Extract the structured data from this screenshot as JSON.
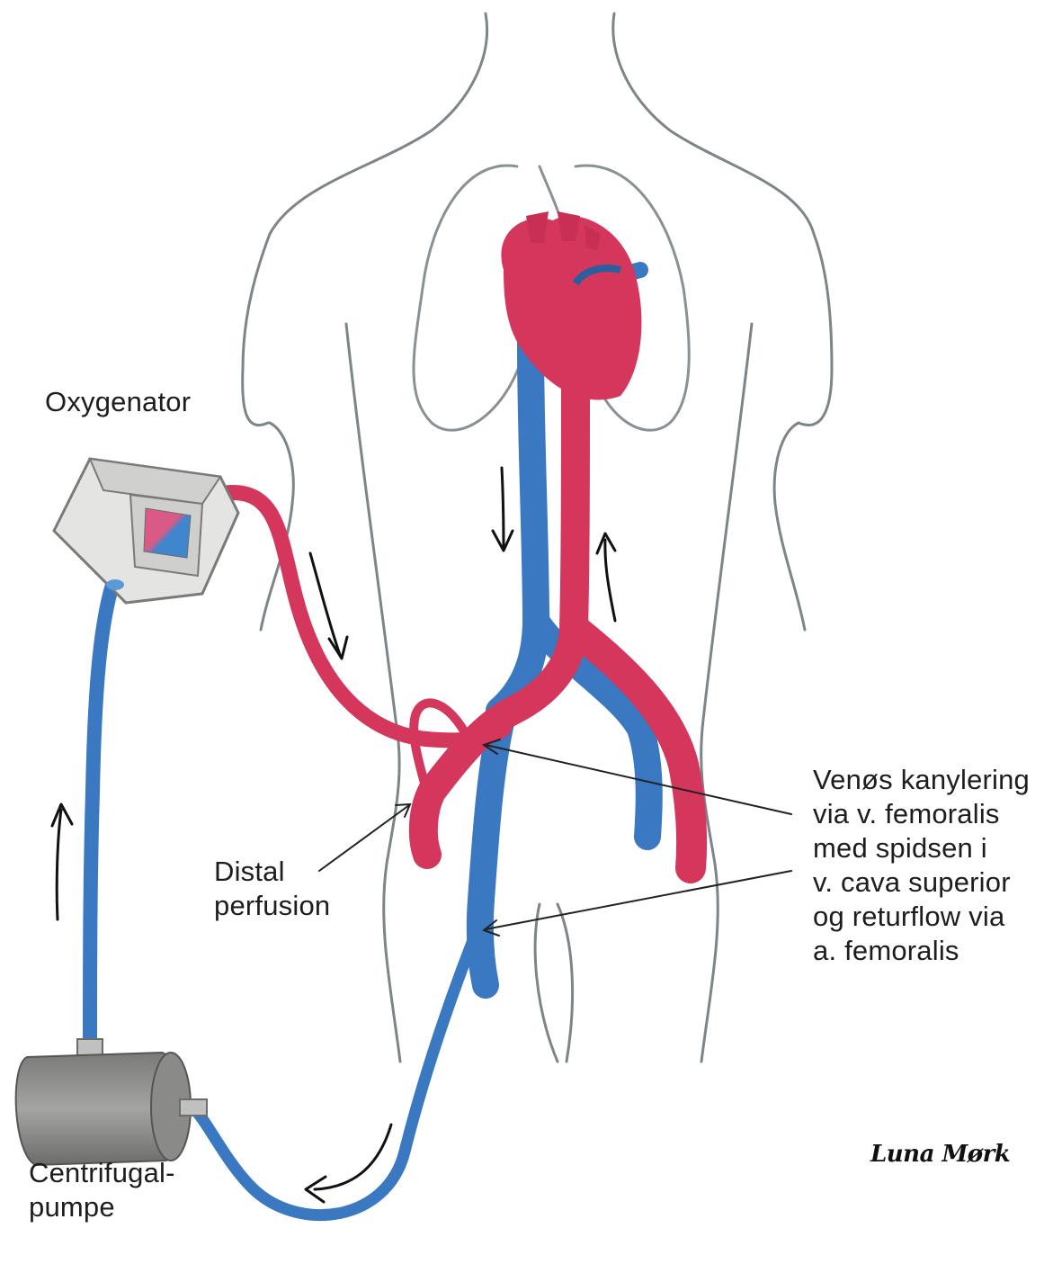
{
  "labels": {
    "oxygenator": "Oxygenator",
    "distal_perfusion": "Distal\nperfusion",
    "venous_cannulation": "Venøs kanylering\nvia v. femoralis\nmed spidsen i\nv. cava superior\nog returflow via\na. femoralis",
    "centrifugal_pump": "Centrifugal-\npumpe"
  },
  "signature": "Luna Mørk",
  "colors": {
    "arterial": "#d4365c",
    "venous": "#3a78c2",
    "outline": "#7d8588",
    "device": "#8f8f8f"
  }
}
